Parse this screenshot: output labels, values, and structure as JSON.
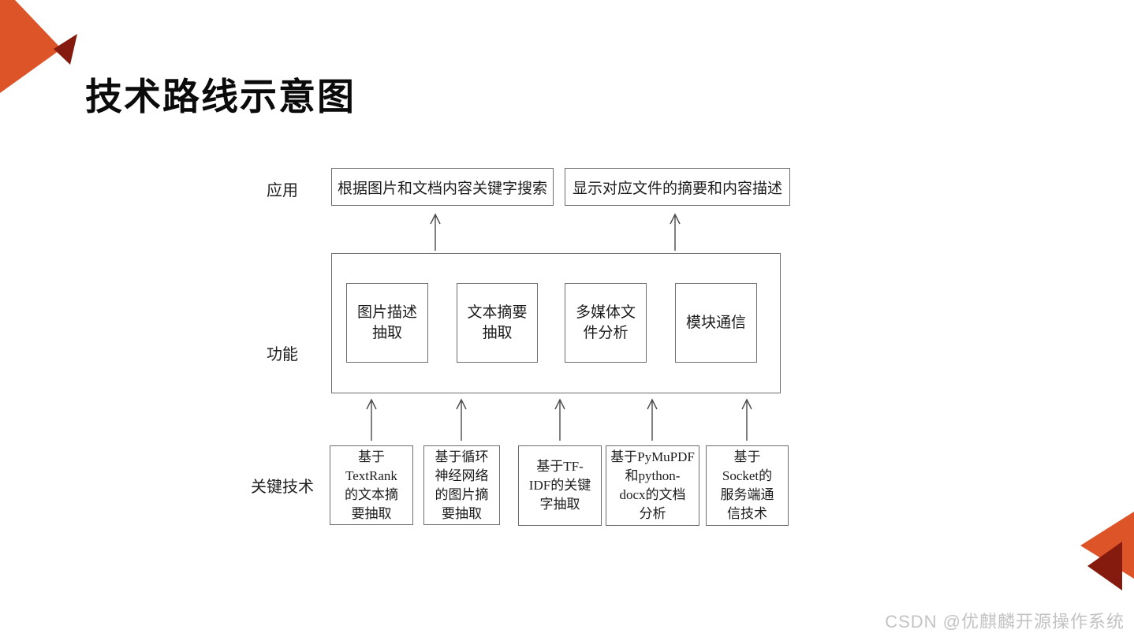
{
  "title": "技术路线示意图",
  "watermark": "CSDN @优麒麟开源操作系统",
  "colors": {
    "accent_orange": "#DD5428",
    "accent_dark_red": "#851B0E",
    "box_border_gray": "#6e6e6e",
    "watermark_gray": "#c3c3c3"
  },
  "diagram": {
    "row_labels": [
      "应用",
      "功能",
      "关键技术"
    ],
    "application_boxes": [
      "根据图片和文档内容关键字搜索",
      "显示对应文件的摘要和内容描述"
    ],
    "function_boxes": [
      "图片描述\n抽取",
      "文本摘要\n抽取",
      "多媒体文\n件分析",
      "模块通信"
    ],
    "tech_boxes": [
      "基于\nTextRank\n的文本摘\n要抽取",
      "基于循环\n神经网络\n的图片摘\n要抽取",
      "基于TF-\nIDF的关键\n字抽取",
      "基于PyMuPDF\n和python-\ndocx的文档\n分析",
      "基于\nSocket的\n服务端通\n信技术"
    ]
  }
}
